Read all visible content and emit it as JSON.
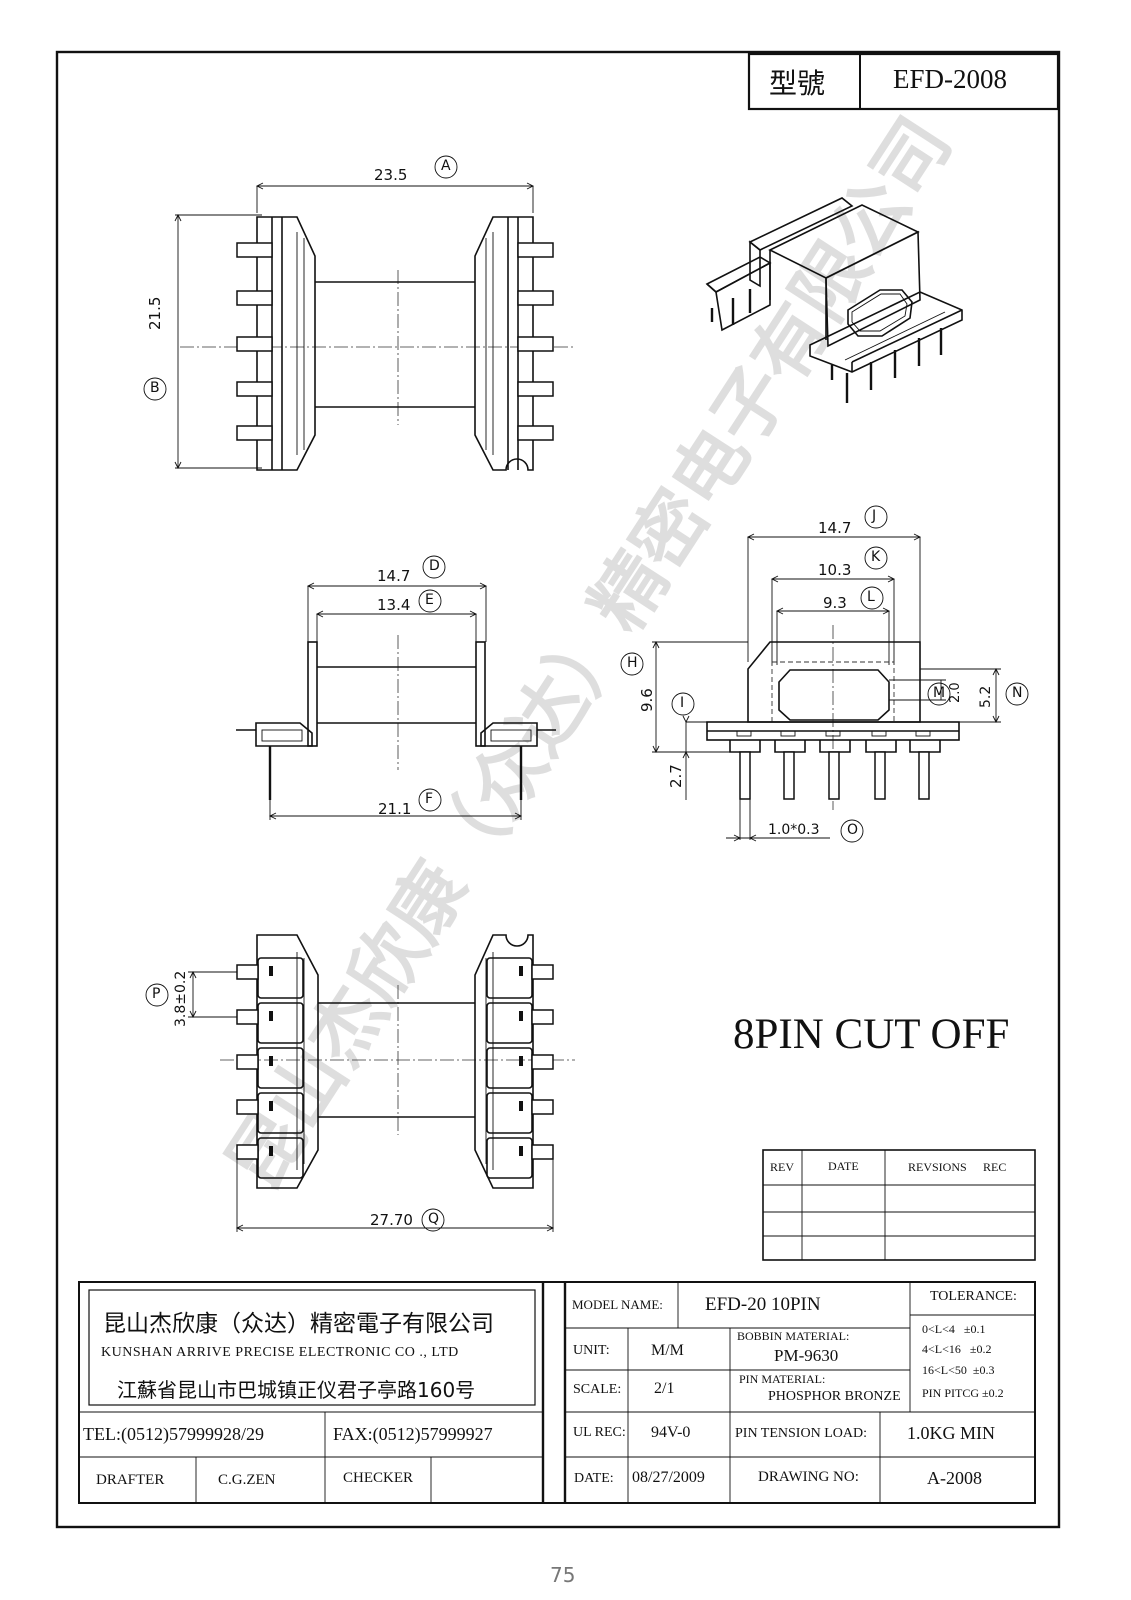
{
  "header": {
    "model_label": "型號",
    "model_value": "EFD-2008"
  },
  "watermark": "昆山杰欣康（众达）精密电子有限公司",
  "top_view": {
    "dim_a_value": "23.5",
    "dim_a_tag": "A",
    "dim_b_value": "21.5",
    "dim_b_tag": "B"
  },
  "side_view": {
    "dim_d_value": "14.7",
    "dim_d_tag": "D",
    "dim_e_value": "13.4",
    "dim_e_tag": "E",
    "dim_f_value": "21.1",
    "dim_f_tag": "F"
  },
  "end_view": {
    "dim_j_value": "14.7",
    "dim_j_tag": "J",
    "dim_k_value": "10.3",
    "dim_k_tag": "K",
    "dim_l_value": "9.3",
    "dim_l_tag": "L",
    "dim_h_value": "9.6",
    "dim_h_tag": "H",
    "dim_i_value": "2.7",
    "dim_i_tag": "I",
    "dim_m_value": "2.0",
    "dim_m_tag": "M",
    "dim_n_value": "5.2",
    "dim_n_tag": "N",
    "dim_o_value": "1.0*0.3",
    "dim_o_tag": "O"
  },
  "bottom_view": {
    "dim_p_value": "3.8±0.2",
    "dim_p_tag": "P",
    "dim_q_value": "27.70",
    "dim_q_tag": "Q"
  },
  "note": "8PIN CUT OFF",
  "revision_table": {
    "headers": [
      "REV",
      "DATE",
      "REVSIONS",
      "REC"
    ]
  },
  "company": {
    "name_cn": "昆山杰欣康（众达）精密電子有限公司",
    "name_en": "KUNSHAN ARRIVE PRECISE ELECTRONIC CO ., LTD",
    "address": "江蘇省昆山市巴城镇正仪君子亭路160号",
    "tel": "TEL:(0512)57999928/29",
    "fax": "FAX:(0512)57999927"
  },
  "title_block": {
    "model_name_label": "MODEL NAME:",
    "model_name_value": "EFD-20 10PIN",
    "unit_label": "UNIT:",
    "unit_value": "M/M",
    "bobbin_material_label": "BOBBIN MATERIAL:",
    "bobbin_material_value": "PM-9630",
    "scale_label": "SCALE:",
    "scale_value": "2/1",
    "pin_material_label": "PIN MATERIAL:",
    "pin_material_value": "PHOSPHOR BRONZE",
    "ul_rec_label": "UL REC:",
    "ul_rec_value": "94V-0",
    "pin_tension_label": "PIN TENSION LOAD:",
    "pin_tension_value": "1.0KG MIN",
    "date_label": "DATE:",
    "date_value": "08/27/2009",
    "drawing_no_label": "DRAWING NO:",
    "drawing_no_value": "A-2008",
    "drafter_label": "DRAFTER",
    "drafter_value": "C.G.ZEN",
    "checker_label": "CHECKER",
    "checker_value": ""
  },
  "tolerance": {
    "title": "TOLERANCE:",
    "rows": [
      "0<L<4   ±0.1",
      "4<L<16   ±0.2",
      "16<L<50  ±0.3",
      "PIN PITCG ±0.2"
    ]
  },
  "page_number": "75"
}
